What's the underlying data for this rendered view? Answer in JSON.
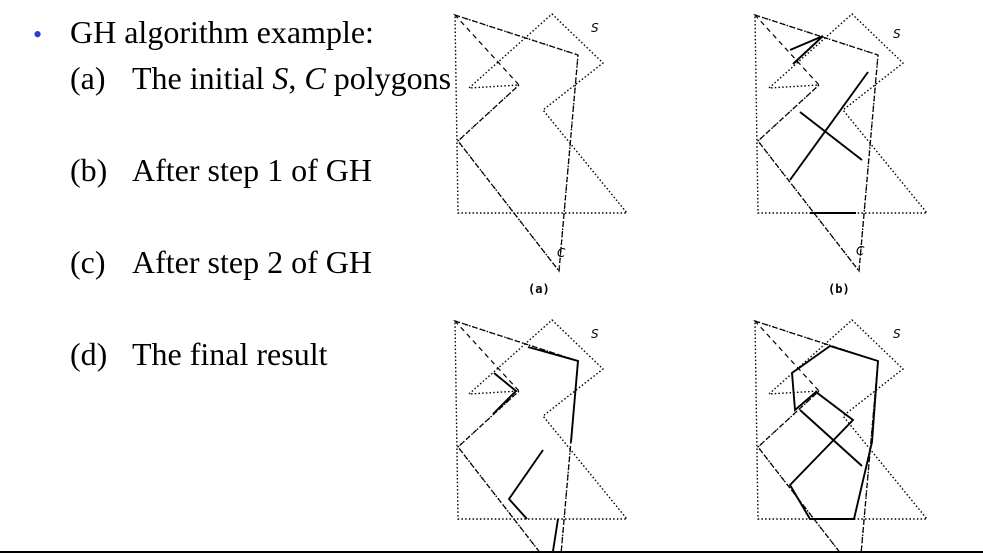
{
  "slide": {
    "bullet_glyph": "•",
    "bullet_color": "#2e3ec9",
    "title": "GH algorithm example:",
    "steps": [
      {
        "letter": "(a)",
        "text_before": "The initial ",
        "s": "S",
        "sep": ", ",
        "c": "C",
        "text_after": " polygons"
      },
      {
        "letter": "(b)",
        "text": "After step 1 of GH"
      },
      {
        "letter": "(c)",
        "text": "After step 2 of GH"
      },
      {
        "letter": "(d)",
        "text": "The final result"
      }
    ]
  },
  "figure": {
    "panels": [
      {
        "id": "a",
        "caption": "(a)",
        "s_label": "S",
        "c_label": "C"
      },
      {
        "id": "b",
        "caption": "(b)",
        "s_label": "S",
        "c_label": "C"
      },
      {
        "id": "c",
        "caption": "",
        "s_label": "S",
        "c_label": ""
      },
      {
        "id": "d",
        "caption": "",
        "s_label": "S",
        "c_label": ""
      }
    ]
  }
}
